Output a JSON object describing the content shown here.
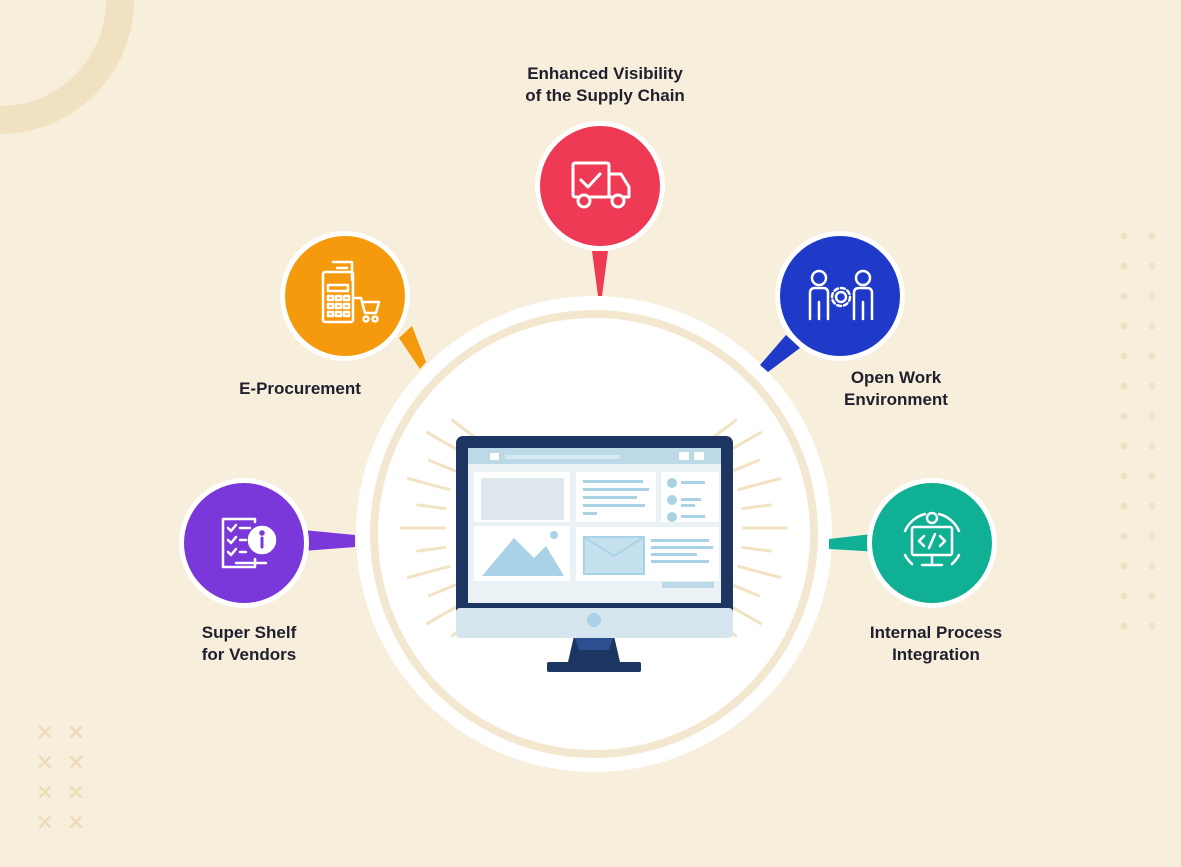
{
  "features": [
    {
      "id": "supply-chain",
      "title": [
        "Enhanced Visibility",
        "of the Supply Chain"
      ],
      "color": "#ee3a55",
      "icon": "delivery-truck-icon"
    },
    {
      "id": "e-procurement",
      "title": [
        "E-Procurement"
      ],
      "color": "#f59a0c",
      "icon": "billing-cart-icon"
    },
    {
      "id": "open-work",
      "title": [
        "Open Work",
        "Environment"
      ],
      "color": "#1f3ac9",
      "icon": "team-collaboration-icon"
    },
    {
      "id": "super-shelf",
      "title": [
        "Super Shelf",
        "for Vendors"
      ],
      "color": "#7a37d9",
      "icon": "checklist-info-icon"
    },
    {
      "id": "internal-process",
      "title": [
        "Internal Process",
        "Integration"
      ],
      "color": "#10b095",
      "icon": "code-monitor-icon"
    }
  ],
  "center": {
    "icon": "desktop-monitor-icon",
    "screen_color": "#1d3561",
    "panel_color": "#a9d2e6"
  },
  "background_color": "#f7efdc"
}
